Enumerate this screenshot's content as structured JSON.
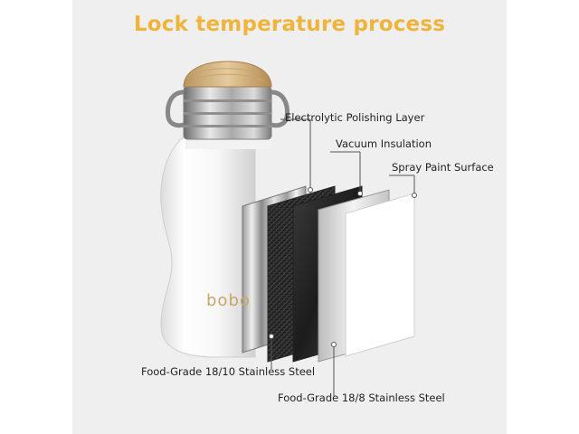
{
  "title": "Lock temperature process",
  "bottle": {
    "brand": "bobo"
  },
  "layers": [
    {
      "label": "Electrolytic Polishing Layer"
    },
    {
      "label": "Vacuum Insulation"
    },
    {
      "label": "Spray Paint Surface"
    },
    {
      "label": "Food-Grade 18/10 Stainless Steel"
    },
    {
      "label": "Food-Grade 18/8 Stainless Steel"
    }
  ],
  "colors": {
    "title": "#f0b33b",
    "background": "#efefef",
    "bottle": "#ffffff",
    "lid": "#d7b98c"
  }
}
